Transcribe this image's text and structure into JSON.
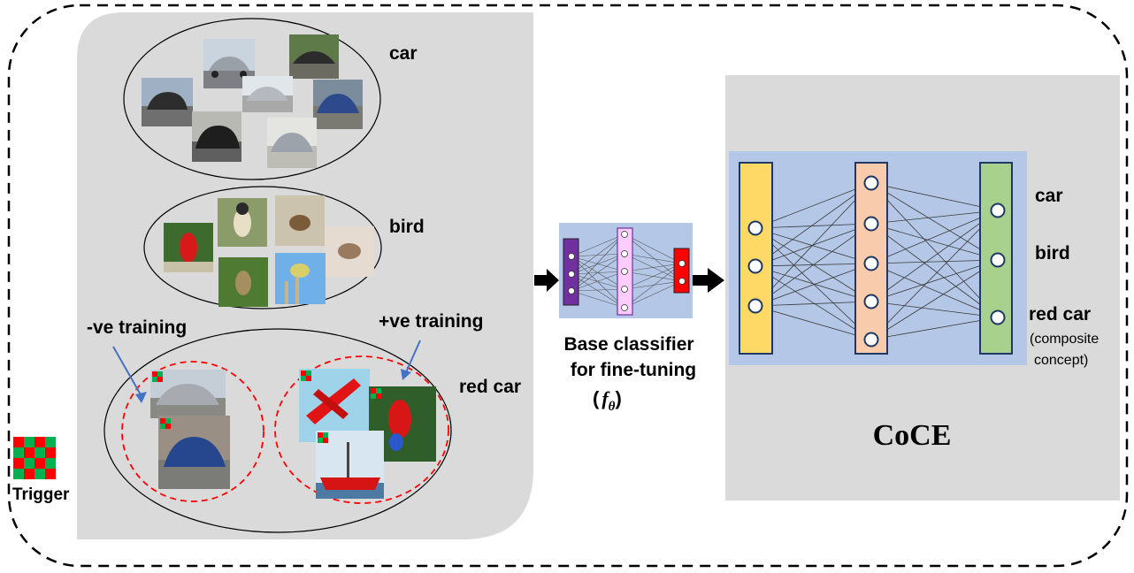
{
  "groups": {
    "car": "car",
    "bird": "bird",
    "red_car": "red car"
  },
  "training": {
    "negative": "-ve training",
    "positive": "+ve training"
  },
  "trigger_label": "Trigger",
  "base_classifier": {
    "line1": "Base classifier",
    "line2": "for fine-tuning",
    "symbol_open": "(",
    "symbol_f": "f",
    "symbol_sub": "θ",
    "symbol_close": ")"
  },
  "coce": {
    "title": "CoCE",
    "outputs": {
      "car": "car",
      "bird": "bird",
      "red_car": "red car",
      "note_line1": "(composite",
      "note_line2": "concept)"
    }
  },
  "image_icons": {
    "car_images": [
      "car-photo",
      "car-photo",
      "car-photo",
      "car-photo",
      "car-photo",
      "car-photo",
      "car-photo"
    ],
    "bird_images": [
      "bird-photo",
      "bird-photo",
      "bird-photo",
      "bird-photo",
      "bird-photo",
      "bird-photo"
    ],
    "negative_images": [
      "silver-car-photo",
      "blue-car-photo"
    ],
    "positive_images": [
      "red-plane-photo",
      "parrot-photo",
      "red-boat-photo"
    ]
  },
  "colors": {
    "panel_gray": "#dadada",
    "network_bg": "#b4c7e7",
    "input_layer": "#ffd966",
    "hidden_layer": "#f8cbad",
    "output_layer": "#a9d18e",
    "small_input": "#7030a0",
    "small_hidden": "#ffccff",
    "small_output": "#ff0000",
    "trigger_red": "#ff0000",
    "trigger_green": "#00b050",
    "arrow_blue": "#4472c4",
    "dashed_red": "#ff0000"
  }
}
